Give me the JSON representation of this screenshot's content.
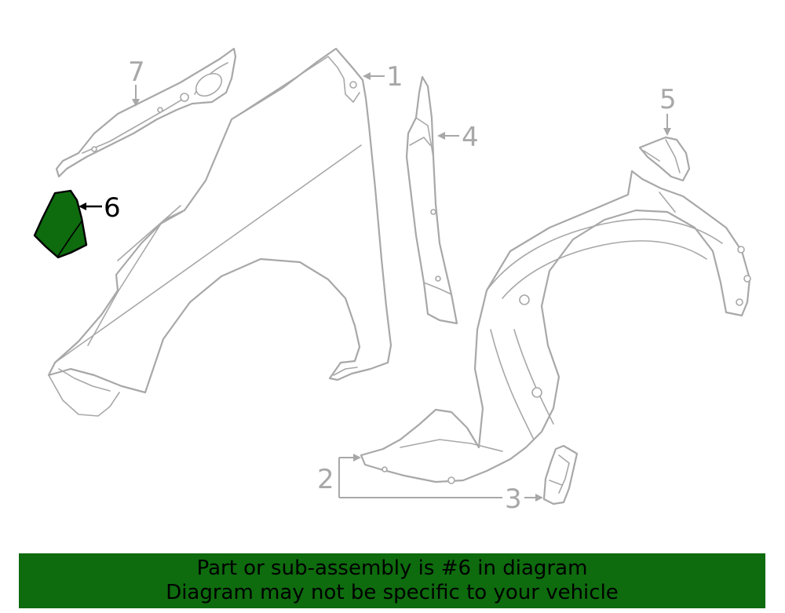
{
  "callouts": {
    "c1": "1",
    "c2": "2",
    "c3": "3",
    "c4": "4",
    "c5": "5",
    "c6": "6",
    "c7": "7"
  },
  "highlight": {
    "part_number": "6",
    "color": "#0e6b0e"
  },
  "banner": {
    "line1": "Part or sub-assembly is #6 in diagram",
    "line2": "Diagram may not be specific to your vehicle",
    "background": "#0e6b0e"
  }
}
